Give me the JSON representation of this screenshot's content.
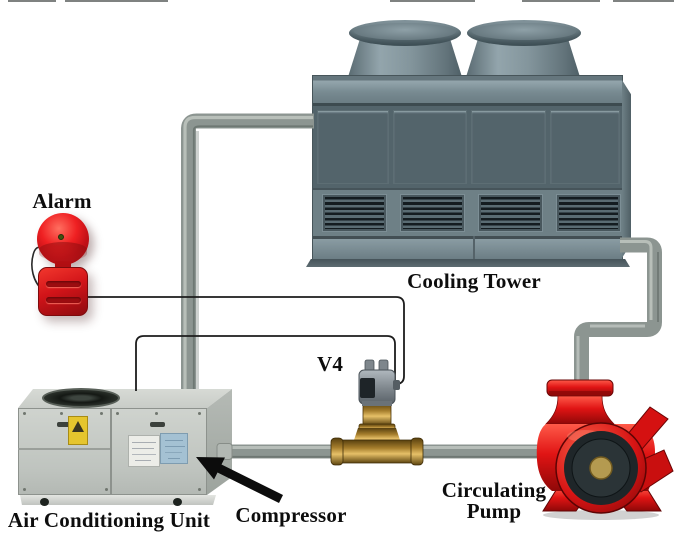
{
  "labels": {
    "alarm": "Alarm",
    "cooling_tower": "Cooling Tower",
    "valve": "V4",
    "air_conditioning_unit": "Air Conditioning Unit",
    "compressor": "Compressor",
    "circulating_pump_line1": "Circulating",
    "circulating_pump_line2": "Pump"
  },
  "components": [
    {
      "id": "alarm",
      "label": "Alarm"
    },
    {
      "id": "cooling-tower",
      "label": "Cooling Tower"
    },
    {
      "id": "valve-v4",
      "label": "V4"
    },
    {
      "id": "air-conditioning-unit",
      "label": "Air Conditioning Unit"
    },
    {
      "id": "compressor",
      "label": "Compressor"
    },
    {
      "id": "circulating-pump",
      "label": "Circulating Pump"
    }
  ],
  "connections": [
    {
      "from": "air-conditioning-unit",
      "to": "cooling-tower",
      "type": "pipe"
    },
    {
      "from": "cooling-tower",
      "to": "circulating-pump",
      "type": "pipe"
    },
    {
      "from": "air-conditioning-unit",
      "to": "circulating-pump",
      "type": "pipe",
      "via": "valve-v4"
    },
    {
      "from": "alarm",
      "to": "valve-v4",
      "type": "control-wire"
    },
    {
      "from": "air-conditioning-unit",
      "to": "valve-v4",
      "type": "control-wire"
    }
  ],
  "colors": {
    "pipe_gray": "#8c9591",
    "wire_black": "#1c1c1c",
    "alarm_red": "#d21419",
    "pump_red": "#e01414",
    "brass": "#a57d2c",
    "tower_slate": "#7b8e96",
    "acu_gray": "#c6cac6",
    "warning_yellow": "#e5c52e",
    "label_blue": "#a4c1d3",
    "label_text": "#0d0d0d"
  }
}
